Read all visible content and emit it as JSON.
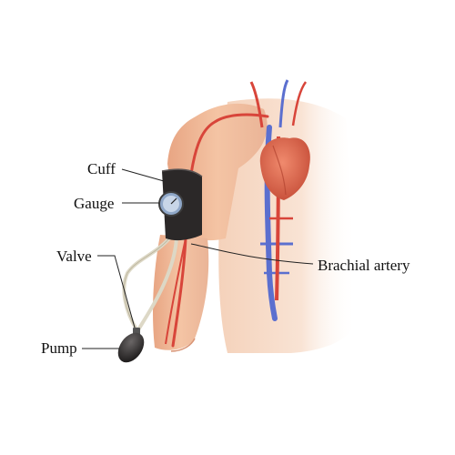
{
  "labels": {
    "cuff": "Cuff",
    "gauge": "Gauge",
    "valve": "Valve",
    "pump": "Pump",
    "brachial_artery": "Brachial artery"
  },
  "colors": {
    "background": "#ffffff",
    "skin": "#f3c5a5",
    "skin_shadow": "#e2a584",
    "artery": "#d8453a",
    "vein": "#5b6fcf",
    "heart": "#d9654f",
    "cuff": "#2b2828",
    "tubing": "#ddd8c6",
    "leader_line": "#222222"
  },
  "icons": {
    "gauge": "dial-gauge-icon",
    "pump": "rubber-bulb-icon"
  }
}
